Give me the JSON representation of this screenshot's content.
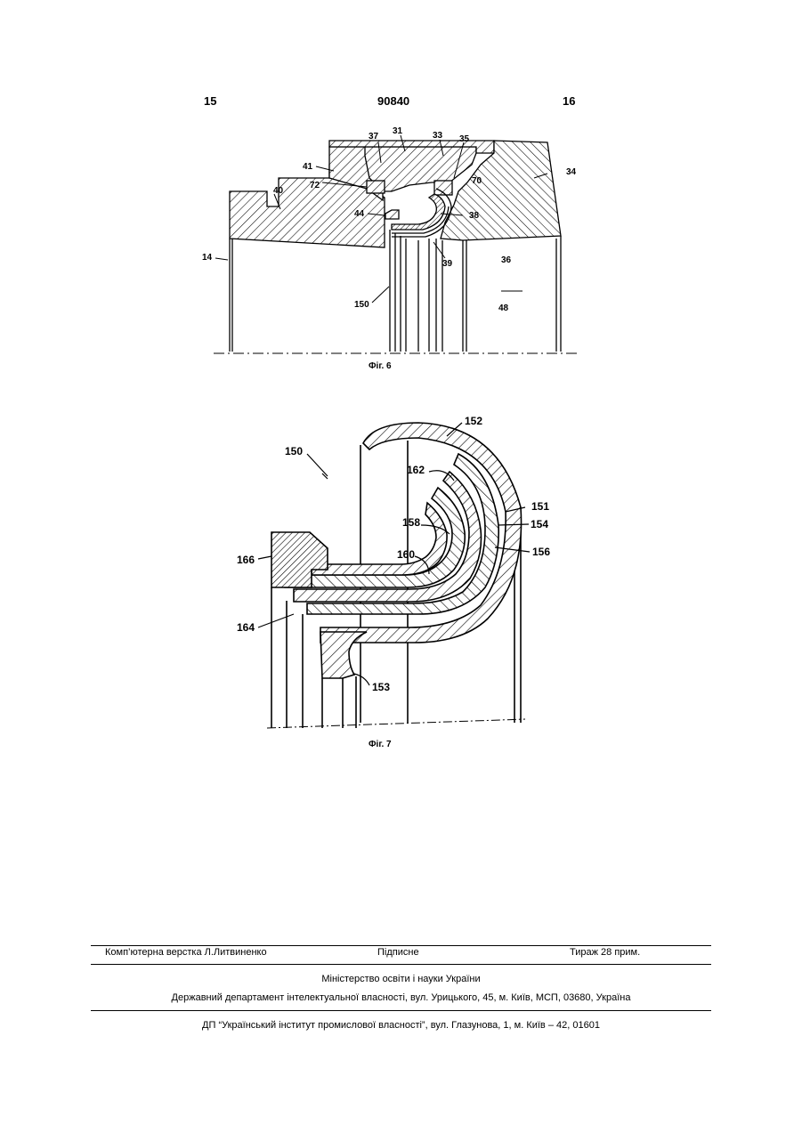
{
  "header": {
    "left_page": "15",
    "doc_number": "90840",
    "right_page": "16"
  },
  "fig6": {
    "caption": "Фіг. 6",
    "labels": {
      "l31": "31",
      "l33": "33",
      "l35": "35",
      "l37": "37",
      "l34": "34",
      "l41": "41",
      "l72": "72",
      "l70": "70",
      "l40": "40",
      "l44": "44",
      "l38": "38",
      "l39": "39",
      "l36": "36",
      "l14": "14",
      "l150": "150",
      "l48": "48"
    }
  },
  "fig7": {
    "caption": "Фіг. 7",
    "labels": {
      "l150": "150",
      "l152": "152",
      "l162": "162",
      "l151": "151",
      "l154": "154",
      "l158": "158",
      "l156": "156",
      "l160": "160",
      "l166": "166",
      "l164": "164",
      "l153": "153"
    }
  },
  "footer": {
    "typesetting": "Комп’ютерна верстка Л.Литвиненко",
    "signed": "Підписне",
    "circulation": "Тираж 28 прим.",
    "ministry": "Міністерство освіти і науки України",
    "department": "Державний департамент інтелектуальної власності, вул. Урицького, 45, м. Київ, МСП, 03680, Україна",
    "institute": "ДП “Український інститут промислової власності”, вул. Глазунова, 1, м. Київ – 42, 01601"
  }
}
